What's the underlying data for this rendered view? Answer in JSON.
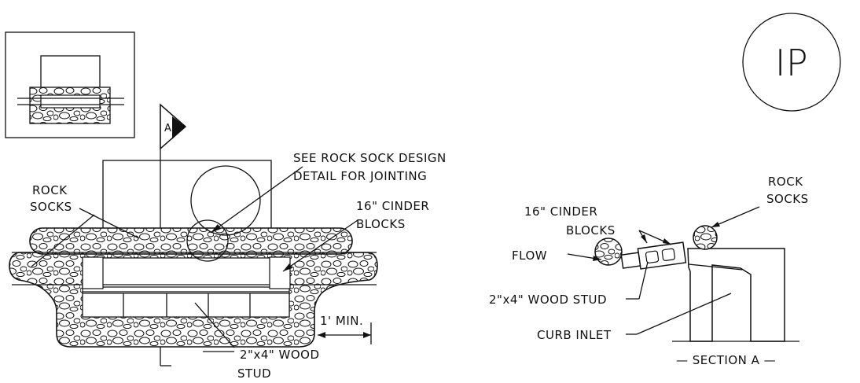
{
  "badge": {
    "text": "IP"
  },
  "section_marker": "A",
  "plan": {
    "rock_socks": [
      "ROCK",
      "SOCKS"
    ],
    "see_note": [
      "SEE ROCK SOCK DESIGN",
      "DETAIL FOR JOINTING"
    ],
    "cinder_blocks": [
      "16\" CINDER",
      "BLOCKS"
    ],
    "min_dim": "1' MIN.",
    "wood_stud": [
      "2\"x4\" WOOD",
      "STUD"
    ]
  },
  "section": {
    "rock_socks": [
      "ROCK",
      "SOCKS"
    ],
    "cinder_blocks": [
      "16\" CINDER",
      "BLOCKS"
    ],
    "flow": "FLOW",
    "wood_stud": "2\"x4\" WOOD STUD",
    "curb_inlet": "CURB INLET",
    "title": "— SECTION A —"
  }
}
